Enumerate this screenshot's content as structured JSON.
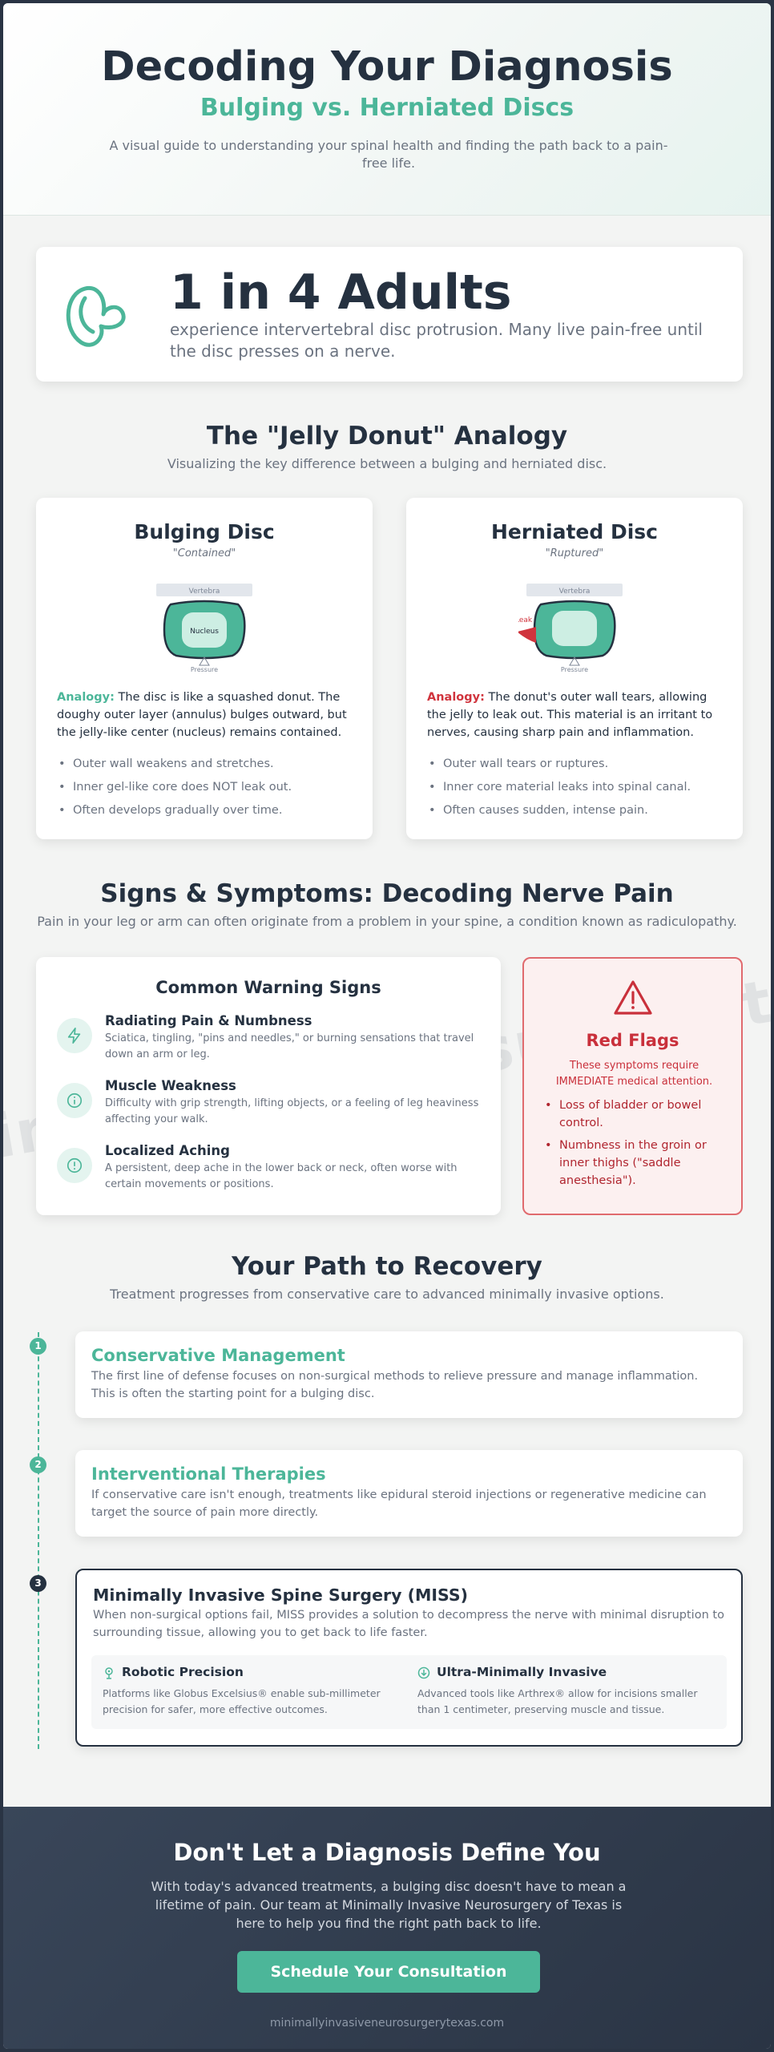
{
  "hero": {
    "title": "Decoding Your Diagnosis",
    "subtitle": "Bulging vs. Herniated Discs",
    "description": "A visual guide to understanding your spinal health and finding the path back to a pain-free life."
  },
  "stat": {
    "headline": "1 in 4 Adults",
    "text": "experience intervertebral disc protrusion. Many live pain-free until the disc presses on a nerve."
  },
  "analogy_section": {
    "title": "The \"Jelly Donut\" Analogy",
    "subtitle": "Visualizing the key difference between a bulging and herniated disc."
  },
  "bulging": {
    "title": "Bulging Disc",
    "tag": "\"Contained\"",
    "diagram": {
      "vertebra": "Vertebra",
      "nucleus": "Nucleus",
      "pressure": "Pressure"
    },
    "analogy_label": "Analogy:",
    "analogy_text": " The disc is like a squashed donut. The doughy outer layer (annulus) bulges outward, but the jelly-like center (nucleus) remains contained.",
    "points": [
      "Outer wall weakens and stretches.",
      "Inner gel-like core does NOT leak out.",
      "Often develops gradually over time."
    ]
  },
  "herniated": {
    "title": "Herniated Disc",
    "tag": "\"Ruptured\"",
    "diagram": {
      "vertebra": "Vertebra",
      "leak": "Leak",
      "pressure": "Pressure"
    },
    "analogy_label": "Analogy:",
    "analogy_text": " The donut's outer wall tears, allowing the jelly to leak out. This material is an irritant to nerves, causing sharp pain and inflammation.",
    "points": [
      "Outer wall tears or ruptures.",
      "Inner core material leaks into spinal canal.",
      "Often causes sudden, intense pain."
    ]
  },
  "symptoms_section": {
    "title": "Signs & Symptoms: Decoding Nerve Pain",
    "subtitle": "Pain in your leg or arm can often originate from a problem in your spine, a condition known as radiculopathy.",
    "watermark": "invasiveneurosurgerytexas"
  },
  "warning": {
    "title": "Common Warning Signs",
    "signs": [
      {
        "title": "Radiating Pain & Numbness",
        "desc": "Sciatica, tingling, \"pins and needles,\" or burning sensations that travel down an arm or leg.",
        "icon": "lightning-icon"
      },
      {
        "title": "Muscle Weakness",
        "desc": "Difficulty with grip strength, lifting objects, or a feeling of leg heaviness affecting your walk.",
        "icon": "info-icon"
      },
      {
        "title": "Localized Aching",
        "desc": "A persistent, deep ache in the lower back or neck, often worse with certain movements or positions.",
        "icon": "alert-circle-icon"
      }
    ]
  },
  "red_flags": {
    "title": "Red Flags",
    "subtitle": "These symptoms require IMMEDIATE medical attention.",
    "items": [
      "Loss of bladder or bowel control.",
      "Numbness in the groin or inner thighs (\"saddle anesthesia\")."
    ]
  },
  "recovery_section": {
    "title": "Your Path to Recovery",
    "subtitle": "Treatment progresses from conservative care to advanced minimally invasive options."
  },
  "steps": [
    {
      "num": "1",
      "title": "Conservative Management",
      "desc": "The first line of defense focuses on non-surgical methods to relieve pressure and manage inflammation. This is often the starting point for a bulging disc."
    },
    {
      "num": "2",
      "title": "Interventional Therapies",
      "desc": "If conservative care isn't enough, treatments like epidural steroid injections or regenerative medicine can target the source of pain more directly."
    },
    {
      "num": "3",
      "title": "Minimally Invasive Spine Surgery (MISS)",
      "desc": "When non-surgical options fail, MISS provides a solution to decompress the nerve with minimal disruption to surrounding tissue, allowing you to get back to life faster."
    }
  ],
  "features": [
    {
      "title": "Robotic Precision",
      "desc": "Platforms like Globus Excelsius® enable sub-millimeter precision for safer, more effective outcomes.",
      "icon": "robot-icon"
    },
    {
      "title": "Ultra-Minimally Invasive",
      "desc": "Advanced tools like Arthrex® allow for incisions smaller than 1 centimeter, preserving muscle and tissue.",
      "icon": "down-arrow-circle-icon"
    }
  ],
  "footer": {
    "title": "Don't Let a Diagnosis Define You",
    "text": "With today's advanced treatments, a bulging disc doesn't have to mean a lifetime of pain. Our team at Minimally Invasive Neurosurgery of Texas is here to help you find the right path back to life.",
    "cta": "Schedule Your Consultation",
    "site": "minimallyinvasiveneurosurgerytexas.com"
  },
  "colors": {
    "accent": "#4cb699",
    "dark": "#253140",
    "danger": "#c9303b",
    "muted": "#6b7380"
  }
}
